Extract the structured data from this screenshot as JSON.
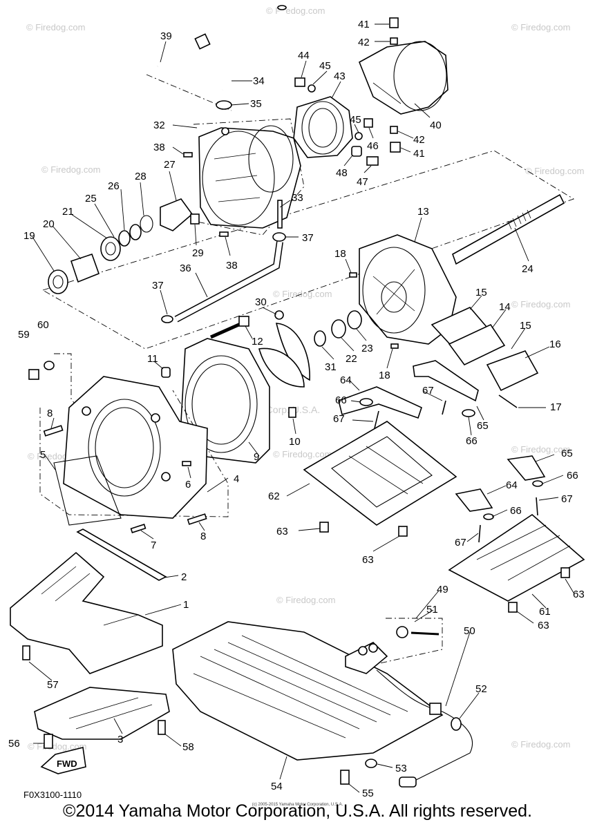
{
  "watermark": "© Firedog.com",
  "center_watermark": "Yamaha Motor Corp. U.S.A.",
  "figure_code": "F0X3100-1110",
  "copyright": "©2014 Yamaha Motor Corporation, U.S.A. All rights reserved.",
  "inner_copyright": "(c) 2005-2015 Yamaha Motor Corporation, U.S.A.",
  "fwd_label": "FWD",
  "callouts": {
    "c39": "39",
    "c34": "34",
    "c35": "35",
    "c32": "32",
    "c38a": "38",
    "c38b": "38",
    "c27": "27",
    "c28": "28",
    "c26": "26",
    "c25": "25",
    "c21": "21",
    "c20": "20",
    "c19": "19",
    "c29": "29",
    "c33": "33",
    "c37a": "37",
    "c37b": "37",
    "c36": "36",
    "c41a": "41",
    "c42a": "42",
    "c44": "44",
    "c45a": "45",
    "c43": "43",
    "c45b": "45",
    "c40": "40",
    "c46": "46",
    "c42b": "42",
    "c41b": "41",
    "c48": "48",
    "c47": "47",
    "c13": "13",
    "c18a": "18",
    "c24": "24",
    "c30": "30",
    "c12": "12",
    "c23": "23",
    "c22": "22",
    "c31": "31",
    "c18b": "18",
    "c15a": "15",
    "c14": "14",
    "c15b": "15",
    "c16": "16",
    "c17": "17",
    "c59": "59",
    "c60": "60",
    "c11": "11",
    "c64a": "64",
    "c66a": "66",
    "c67a": "67",
    "c67b": "67",
    "c65a": "65",
    "c66b": "66",
    "c8a": "8",
    "c10": "10",
    "c9": "9",
    "c5": "5",
    "c6": "6",
    "c4": "4",
    "c7": "7",
    "c8b": "8",
    "c62": "62",
    "c63a": "63",
    "c63b": "63",
    "c65b": "65",
    "c66c": "66",
    "c64b": "64",
    "c67c": "67",
    "c66d": "66",
    "c67d": "67",
    "c2": "2",
    "c1": "1",
    "c63c": "63",
    "c61": "61",
    "c63d": "63",
    "c49": "49",
    "c51": "51",
    "c50": "50",
    "c57": "57",
    "c52": "52",
    "c3": "3",
    "c56": "56",
    "c58": "58",
    "c53": "53",
    "c54": "54",
    "c55": "55"
  }
}
